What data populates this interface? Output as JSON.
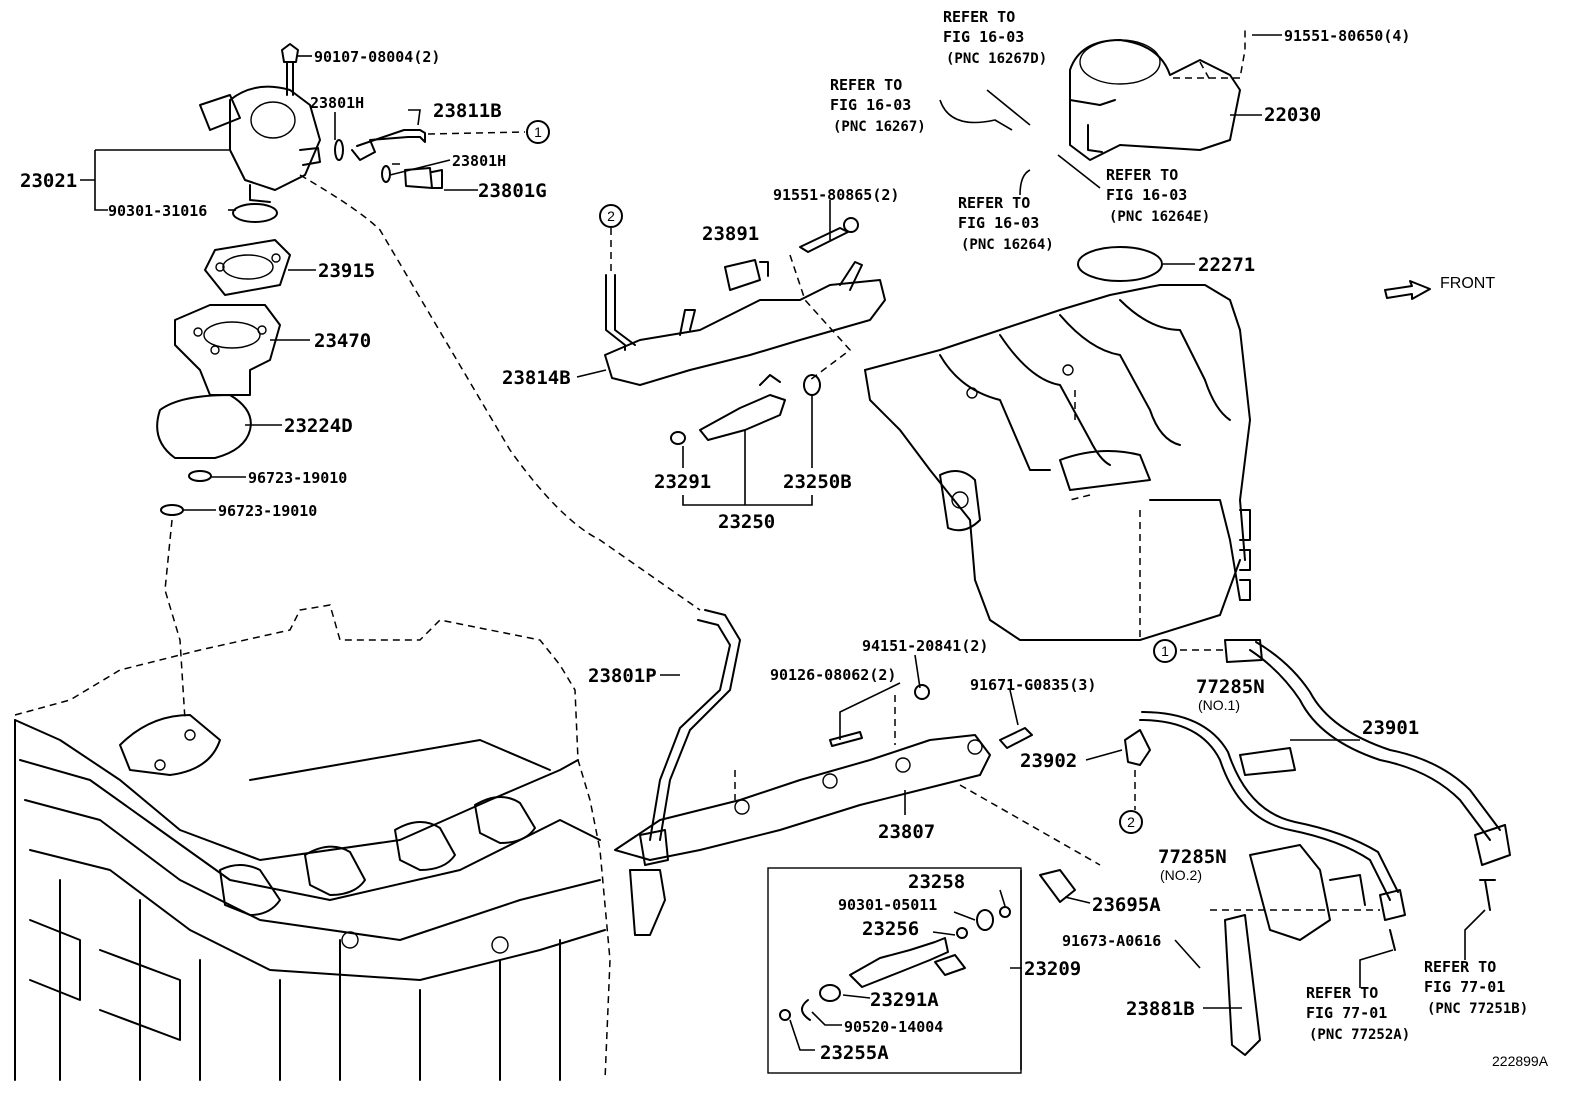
{
  "diagram_id": "222899A",
  "front_label": "FRONT",
  "circles": {
    "c1a": "1",
    "c1b": "1",
    "c2a": "2",
    "c2b": "2"
  },
  "labels": {
    "p90107": "90107-08004(2)",
    "p23801H_a": "23801H",
    "p23811B": "23811B",
    "p23801H_b": "23801H",
    "p23801G": "23801G",
    "p23021": "23021",
    "p90301_31016": "90301-31016",
    "p23915": "23915",
    "p23470": "23470",
    "p23224D": "23224D",
    "p96723_a": "96723-19010",
    "p96723_b": "96723-19010",
    "p91551_80865": "91551-80865(2)",
    "p23891": "23891",
    "p23814B": "23814B",
    "p23291": "23291",
    "p23250B": "23250B",
    "p23250": "23250",
    "p91551_80650": "91551-80650(4)",
    "p22030": "22030",
    "p22271": "22271",
    "p23801P": "23801P",
    "p94151": "94151-20841(2)",
    "p90126": "90126-08062(2)",
    "p91671": "91671-G0835(3)",
    "p23807": "23807",
    "p23902": "23902",
    "p77285N_1": "77285N",
    "p77285N_1_sub": "(NO.1)",
    "p23901": "23901",
    "p23258": "23258",
    "p90301_05011": "90301-05011",
    "p23256": "23256",
    "p23209": "23209",
    "p23291A": "23291A",
    "p90520": "90520-14004",
    "p23255A": "23255A",
    "p23695A": "23695A",
    "p77285N_2": "77285N",
    "p77285N_2_sub": "(NO.2)",
    "p91673": "91673-A0616",
    "p23881B": "23881B"
  },
  "refers": {
    "r16267D": {
      "l1": "REFER TO",
      "l2": "FIG 16-03",
      "l3": "(PNC 16267D)"
    },
    "r16267": {
      "l1": "REFER TO",
      "l2": "FIG 16-03",
      "l3": "(PNC 16267)"
    },
    "r16264E": {
      "l1": "REFER TO",
      "l2": "FIG 16-03",
      "l3": "(PNC 16264E)"
    },
    "r16264": {
      "l1": "REFER TO",
      "l2": "FIG 16-03",
      "l3": "(PNC 16264)"
    },
    "r77252A": {
      "l1": "REFER TO",
      "l2": "FIG 77-01",
      "l3": "(PNC 77252A)"
    },
    "r77251B": {
      "l1": "REFER TO",
      "l2": "FIG 77-01",
      "l3": "(PNC 77251B)"
    }
  }
}
